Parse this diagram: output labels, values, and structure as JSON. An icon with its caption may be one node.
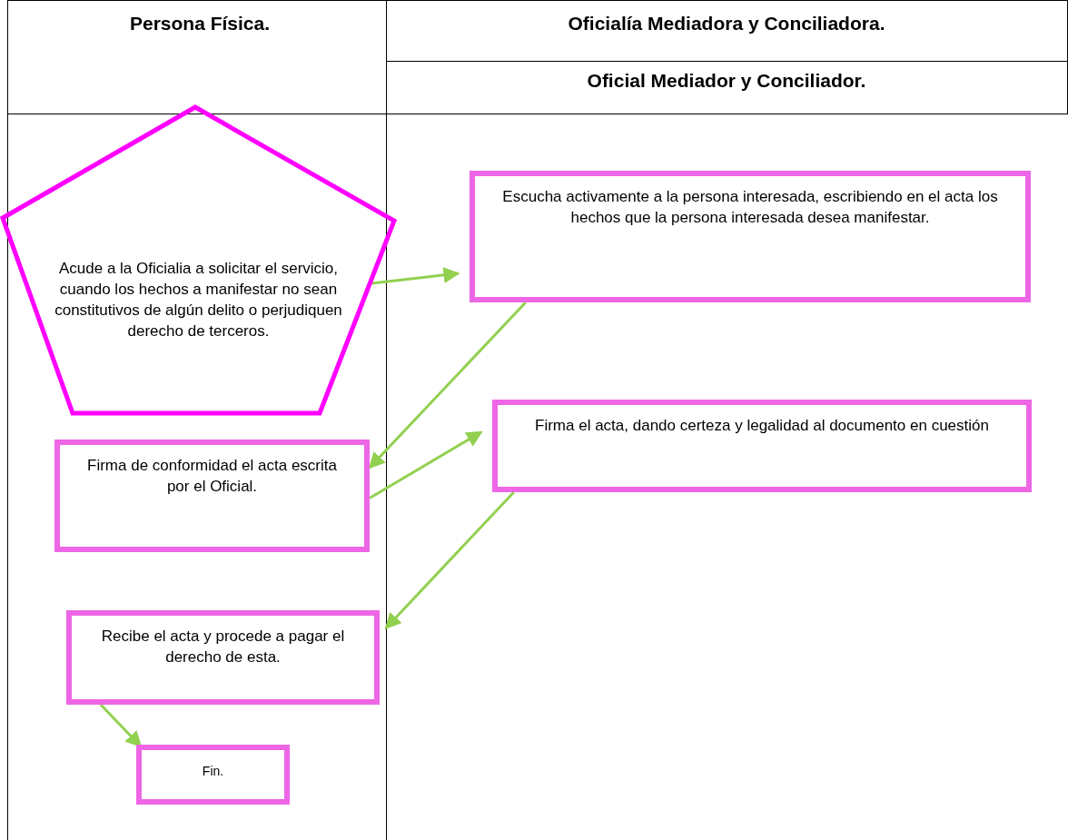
{
  "diagram": {
    "nodes": [
      {
        "text": [
          "Acude a la Oficialia a solicitar el servicio, cuando los hechos a manifestar no sean constitutivos de algún delito o perjudiquen derecho de terceros."
        ]
      },
      {
        "text": [
          "Escucha activamente a la persona interesada, escribiendo en el acta los hechos que la persona interesada desea manifestar."
        ]
      },
      {
        "text": [
          "Firma de conformidad el acta escrita por el Oficial."
        ]
      },
      {
        "text": [
          "Firma el acta, dando certeza y legalidad al documento en cuestión"
        ]
      },
      {
        "text": [
          "Recibe el acta y procede a pagar el derecho de esta."
        ]
      },
      {
        "text": [
          "Fin."
        ]
      }
    ],
    "edges": [
      {
        "from": 0,
        "to": 1,
        "arrow": "to"
      },
      {
        "from": 1,
        "to": 2,
        "arrow": "to"
      },
      {
        "from": 2,
        "to": 3,
        "arrow": "to"
      },
      {
        "from": 3,
        "to": 4,
        "arrow": "to"
      },
      {
        "from": 4,
        "to": 5,
        "arrow": "to"
      }
    ],
    "labels": [
      "Persona Física.",
      "Oficialía Mediadora y Conciliadora.",
      "Oficial Mediador y Conciliador."
    ]
  }
}
